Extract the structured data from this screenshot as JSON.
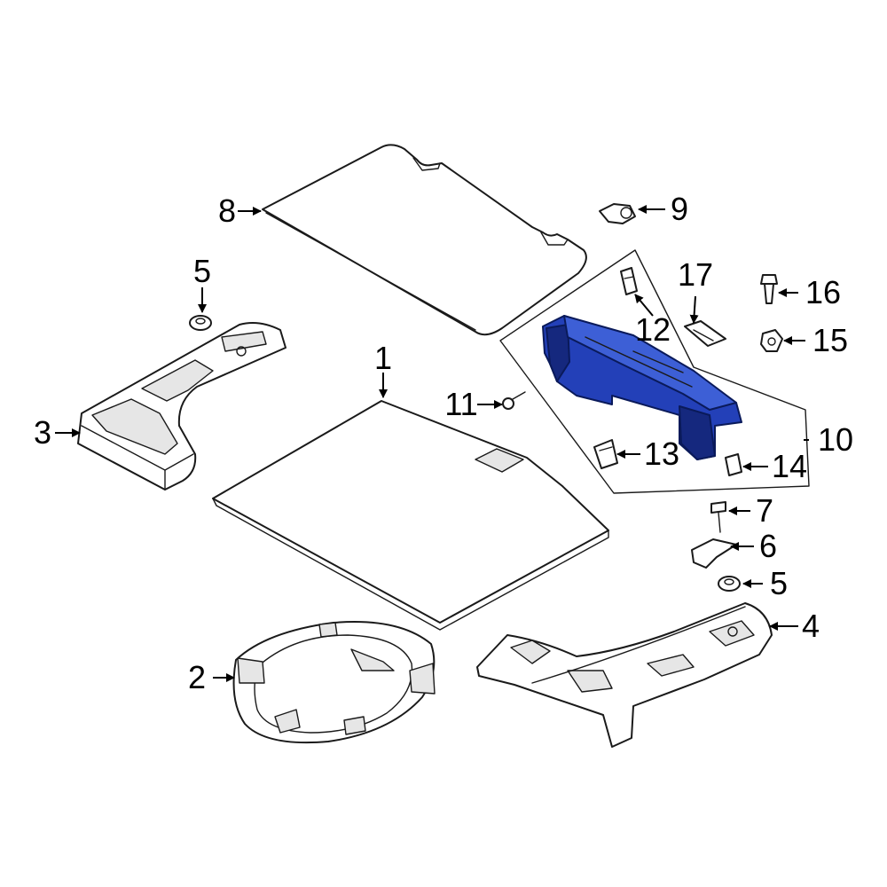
{
  "colors": {
    "background": "#ffffff",
    "line": "#1a1a1a",
    "highlight": "#2340b8",
    "highlight_dark": "#15287e"
  },
  "parts": [
    {
      "id": "p1",
      "label": "1"
    },
    {
      "id": "p2",
      "label": "2"
    },
    {
      "id": "p3",
      "label": "3"
    },
    {
      "id": "p4",
      "label": "4"
    },
    {
      "id": "p5a",
      "label": "5"
    },
    {
      "id": "p5b",
      "label": "5"
    },
    {
      "id": "p6",
      "label": "6"
    },
    {
      "id": "p7",
      "label": "7"
    },
    {
      "id": "p8",
      "label": "8"
    },
    {
      "id": "p9",
      "label": "9"
    },
    {
      "id": "p10",
      "label": "10",
      "highlighted": true
    },
    {
      "id": "p11",
      "label": "11"
    },
    {
      "id": "p12",
      "label": "12"
    },
    {
      "id": "p13",
      "label": "13"
    },
    {
      "id": "p14",
      "label": "14"
    },
    {
      "id": "p15",
      "label": "15"
    },
    {
      "id": "p16",
      "label": "16"
    },
    {
      "id": "p17",
      "label": "17"
    }
  ]
}
